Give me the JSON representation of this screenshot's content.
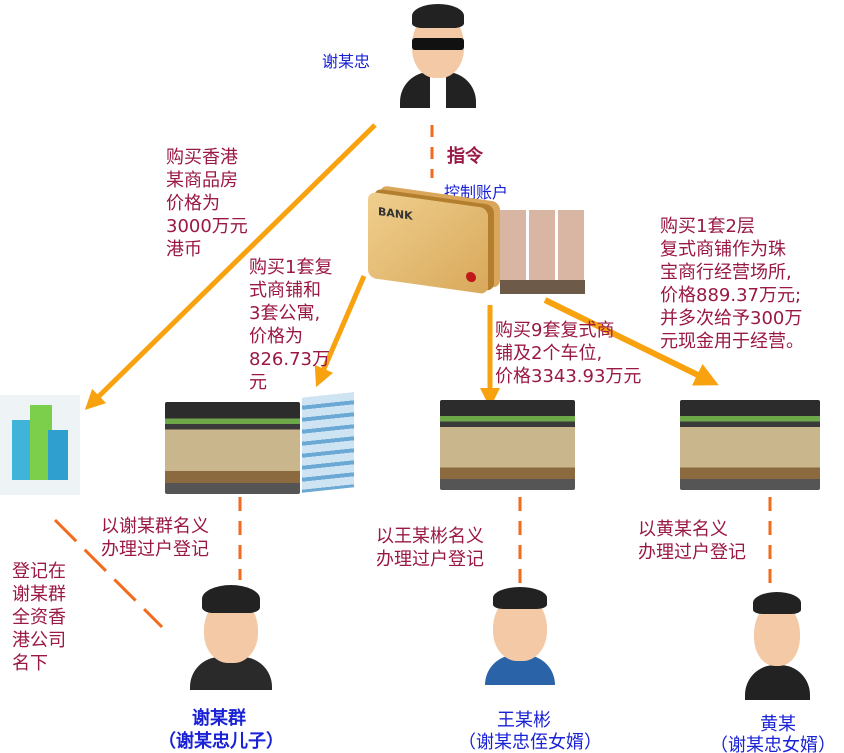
{
  "top_person": {
    "name": "谢某忠"
  },
  "instruction": "指令",
  "account": "控制账户",
  "purchases": [
    {
      "text": "购买香港\n某商品房\n价格为\n3000万元\n港币"
    },
    {
      "text": "购买1套复\n式商铺和\n3套公寓,\n价格为\n826.73万\n元"
    },
    {
      "text": "购买9套复式商\n铺及2个车位,\n价格3343.93万元"
    },
    {
      "text": "购买1套2层\n复式商铺作为珠\n宝商行经营场所,\n价格889.37万元;\n并多次给予300万\n元现金用于经营。"
    }
  ],
  "registrations": [
    {
      "text": "登记在\n谢某群\n全资香\n港公司\n名下"
    },
    {
      "text": "以谢某群名义\n办理过户登记"
    },
    {
      "text": "以王某彬名义\n办理过户登记"
    },
    {
      "text": "以黄某名义\n办理过户登记"
    }
  ],
  "persons": [
    {
      "name": "谢某群",
      "relation": "（谢某忠儿子）"
    },
    {
      "name": "王某彬",
      "relation": "（谢某忠侄女婿）"
    },
    {
      "name": "黄某",
      "relation": "（谢某忠女婿）"
    }
  ],
  "bank_card_text": "BANK",
  "colors": {
    "arrow": "#f8a20f",
    "dash": "#f26a1b",
    "text": "#9a1846",
    "blue": "#1a22d6"
  }
}
